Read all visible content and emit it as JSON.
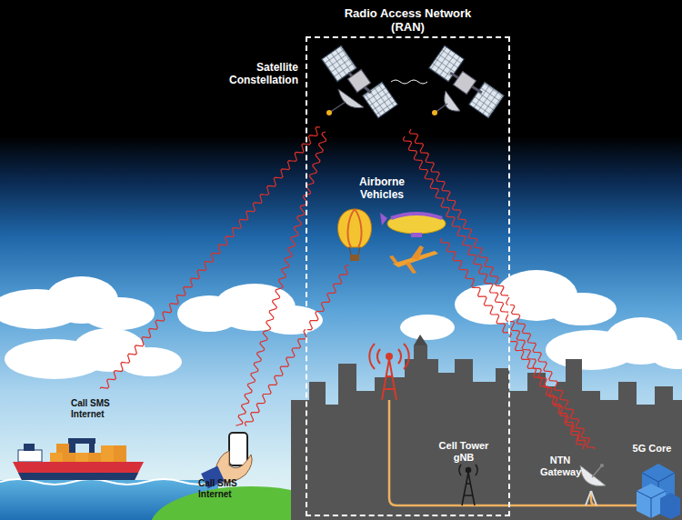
{
  "diagram": {
    "nodes": [
      {
        "text": [
          "Radio Access Network (RAN)"
        ]
      }
    ],
    "labels": [
      "Satellite Constellation",
      "Airborne Vehicles",
      "Call SMS Internet",
      "Call SMS Internet",
      "Cell Tower gNB",
      "NTN Gateway",
      "5G Core"
    ]
  }
}
